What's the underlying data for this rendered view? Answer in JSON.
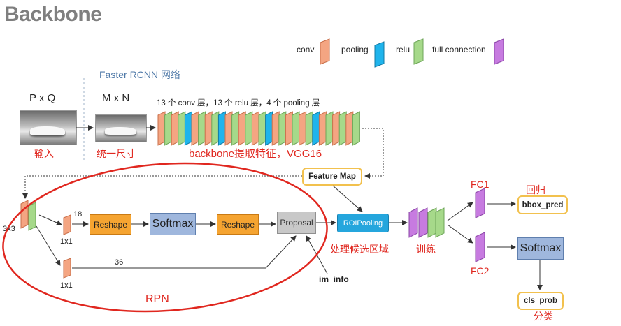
{
  "title": "Backbone",
  "legend": {
    "conv": "conv",
    "pooling": "pooling",
    "relu": "relu",
    "full_connection": "full connection",
    "colors": {
      "conv": "#f4a582",
      "pooling": "#1fb4ec",
      "relu": "#a6d98a",
      "fc": "#c77be0"
    }
  },
  "faster_rcnn": "Faster RCNN 网络",
  "input_size": "P x Q",
  "resized_size": "M x N",
  "layers_caption": "13 个 conv 层，13 个 relu 层，4 个 pooling 层",
  "input_label": "输入",
  "resize_label": "统一尺寸",
  "backbone_label": "backbone提取特征，VGG16",
  "feature_map": "Feature Map",
  "kernel_3x3": "3x3",
  "channel_18": "18",
  "channel_36": "36",
  "kernel_1x1_a": "1x1",
  "kernel_1x1_b": "1x1",
  "reshape1": "Reshape",
  "softmax1": "Softmax",
  "reshape2": "Reshape",
  "proposal": "Proposal",
  "roi_pooling": "ROIPooling",
  "im_info": "im_info",
  "rpn": "RPN",
  "roi_label": "处理候选区域",
  "train_label": "训练",
  "fc1": "FC1",
  "fc2": "FC2",
  "regression": "回归",
  "bbox_pred": "bbox_pred",
  "softmax2": "Softmax",
  "cls_prob": "cls_prob",
  "classification": "分类"
}
